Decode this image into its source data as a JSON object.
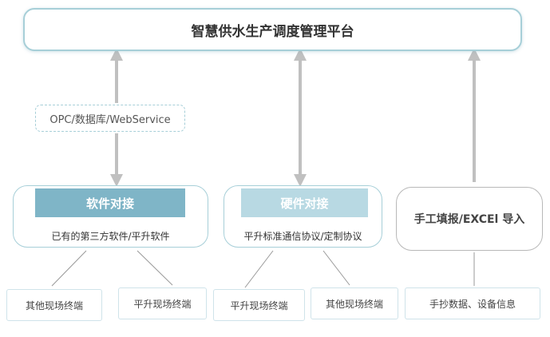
{
  "platform": {
    "title": "智慧供水生产调度管理平台"
  },
  "protocol": {
    "label": "OPC/数据库/WebService"
  },
  "software": {
    "band": "软件对接",
    "desc": "已有的第三方软件/平升软件"
  },
  "hardware": {
    "band": "硬件对接",
    "desc": "平升标准通信协议/定制协议"
  },
  "manual": {
    "label": "手工填报/EXCEl 导入"
  },
  "terminals": [
    {
      "label": "其他现场终端"
    },
    {
      "label": "平升现场终端"
    },
    {
      "label": "平升现场终端"
    },
    {
      "label": "其他现场终端"
    },
    {
      "label": "手抄数据、设备信息"
    }
  ],
  "colors": {
    "accent": "#7fb5c7",
    "accent_light": "#b8d9e3",
    "border": "#a7cfd8",
    "arrow": "#c0c0c0"
  }
}
